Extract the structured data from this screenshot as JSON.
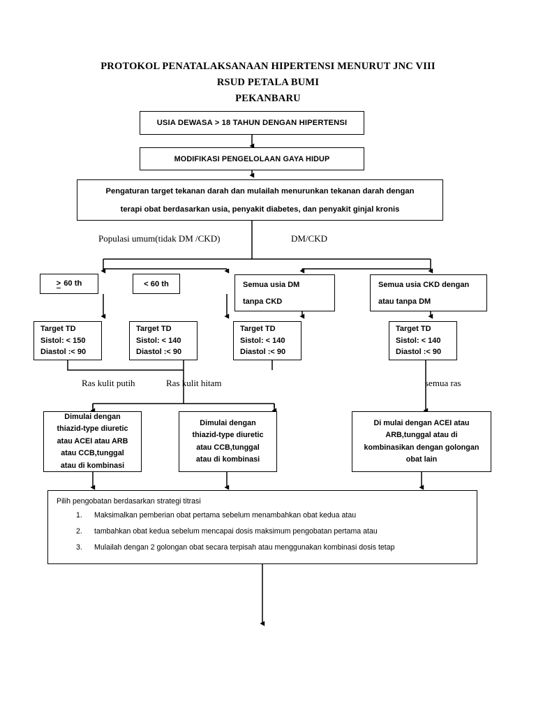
{
  "title": {
    "line1": "PROTOKOL PENATALAKSANAAN HIPERTENSI MENURUT JNC VIII",
    "line2": "RSUD PETALA BUMI",
    "line3": "PEKANBARU"
  },
  "nodes": {
    "usia_dewasa": "USIA DEWASA > 18 TAHUN DENGAN HIPERTENSI",
    "modifikasi": "MODIFIKASI PENGELOLAAN GAYA HIDUP",
    "pengaturan_l1": "Pengaturan target  tekanan darah dan mulailah menurunkan tekanan darah dengan",
    "pengaturan_l2": "terapi obat berdasarkan usia, penyakit diabetes, dan penyakit ginjal kronis",
    "age_ge60_sign": ">",
    "age_ge60_text": "60 th",
    "age_lt60": "< 60 th",
    "semua_dm_l1": "Semua usia DM",
    "semua_dm_l2": "tanpa CKD",
    "semua_ckd_l1": "Semua usia CKD dengan",
    "semua_ckd_l2": "atau tanpa DM",
    "target1_l1": "Target TD",
    "target1_l2": "Sistol: < 150",
    "target1_l3": "Diastol :< 90",
    "target2_l1": "Target TD",
    "target2_l2": "Sistol: < 140",
    "target2_l3": "Diastol :< 90",
    "target3_l1": "Target TD",
    "target3_l2": "Sistol: < 140",
    "target3_l3": "Diastol :< 90",
    "target4_l1": "Target TD",
    "target4_l2": "Sistol: < 140",
    "target4_l3": "Diastol :< 90",
    "treat1_l1": "Dimulai dengan",
    "treat1_l2": "thiazid-type diuretic",
    "treat1_l3": "atau ACEI atau ARB",
    "treat1_l4": "atau CCB,tunggal",
    "treat1_l5": "atau di kombinasi",
    "treat2_l1": "Dimulai dengan",
    "treat2_l2": "thiazid-type diuretic",
    "treat2_l3": "atau CCB,tunggal",
    "treat2_l4": "atau di kombinasi",
    "treat3_l1": "Di mulai dengan ACEI atau",
    "treat3_l2": "ARB,tunggal atau di",
    "treat3_l3": "kombinasikan dengan golongan",
    "treat3_l4": "obat lain"
  },
  "edge_labels": {
    "populasi_umum": "Populasi umum(tidak DM /CKD)",
    "dm_ckd": "DM/CKD",
    "ras_putih": "Ras kulit putih",
    "ras_hitam": "Ras kulit hitam",
    "semua_ras": "semua ras"
  },
  "final_box": {
    "heading": "Pilih pengobatan berdasarkan strategi titrasi",
    "items": [
      {
        "num": "1.",
        "text": "Maksimalkan pemberian  obat pertama sebelum menambahkan obat kedua atau"
      },
      {
        "num": "2.",
        "text": "tambahkan obat kedua sebelum mencapai dosis maksimum pengobatan pertama atau"
      },
      {
        "num": "3.",
        "text": "Mulailah dengan 2 golongan obat secara terpisah atau menggunakan kombinasi dosis tetap"
      }
    ]
  },
  "colors": {
    "stroke": "#000000",
    "background": "#ffffff",
    "text": "#000000"
  }
}
